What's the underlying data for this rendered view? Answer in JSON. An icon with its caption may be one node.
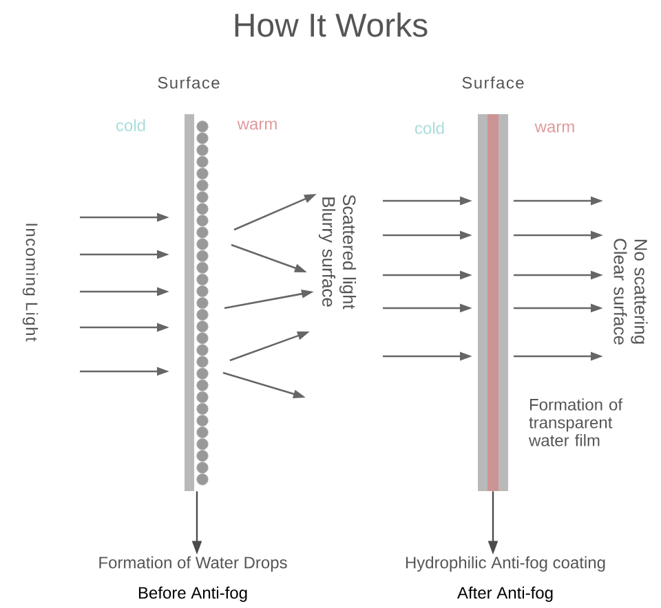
{
  "diagram": {
    "title": "How It Works",
    "nodes": [
      {
        "text": [],
        "shape": "bar"
      },
      {
        "text": [
          "Formation of Water Drops"
        ]
      },
      {
        "text": [],
        "shape": "bar"
      },
      {
        "text": [
          "Hydrophilic Anti-fog coating"
        ]
      }
    ],
    "edges": [
      {
        "from": 0,
        "to": 1,
        "arrow": "to"
      },
      {
        "from": 2,
        "to": 3,
        "arrow": "to"
      }
    ],
    "labels": [
      "Surface",
      "cold",
      "warm",
      "Incoming Light",
      "Scattered light Blurry surface",
      "Surface",
      "cold",
      "warm",
      "No scattering Clear surface",
      "Formation of transparent water film",
      "Before Anti-fog",
      "After Anti-fog"
    ]
  }
}
